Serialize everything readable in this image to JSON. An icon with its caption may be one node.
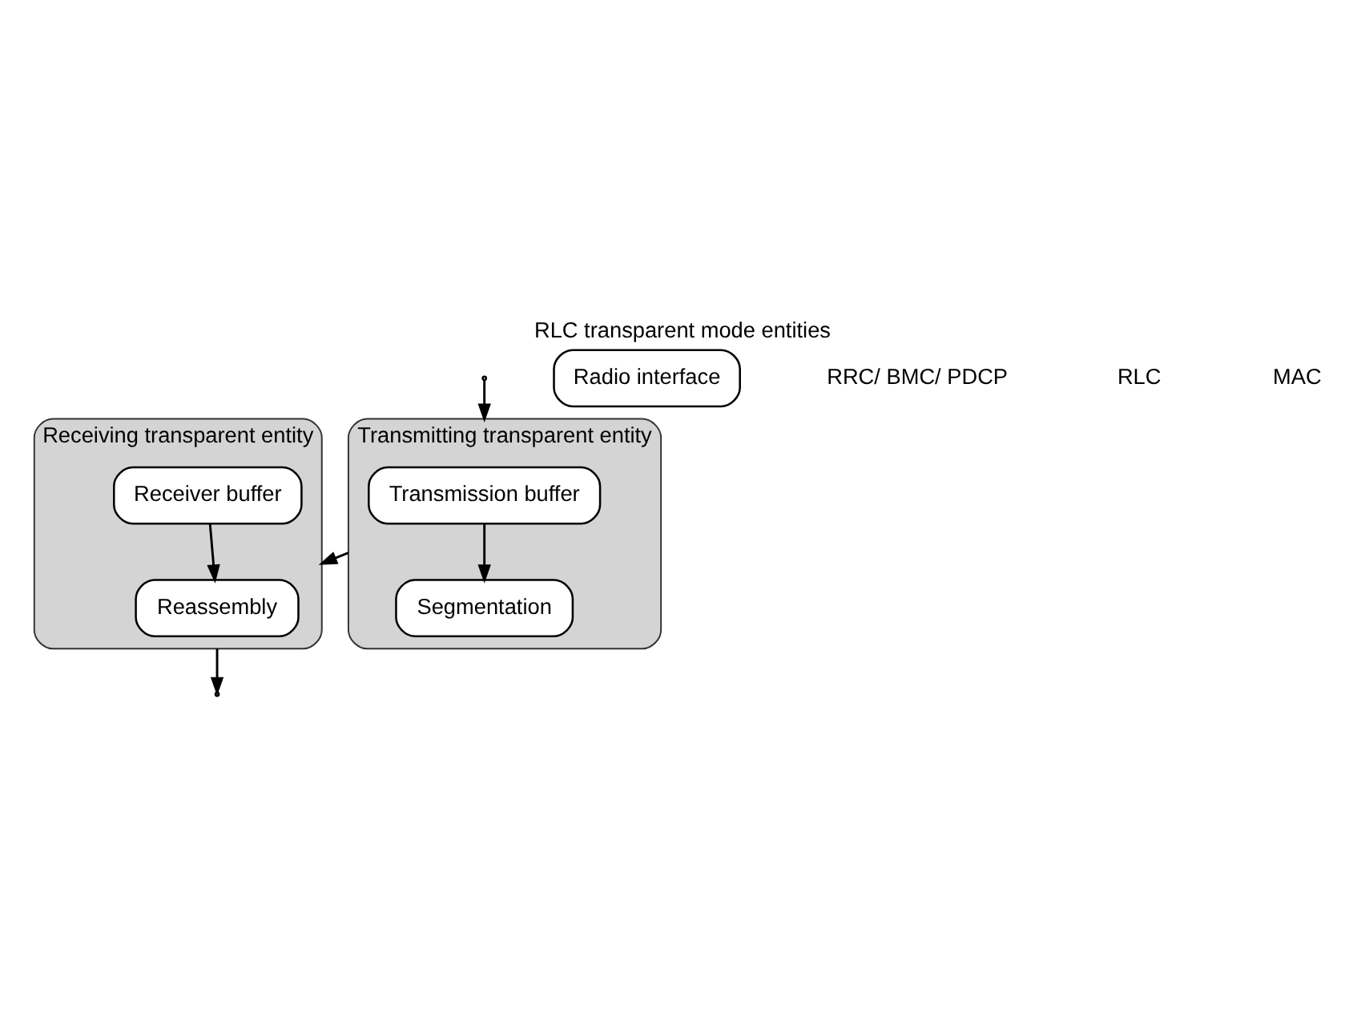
{
  "diagram": {
    "title": "RLC transparent mode entities",
    "nodes": [
      {
        "text": [
          "Transmitting transparent entity"
        ]
      },
      {
        "text": [
          "Transmission buffer"
        ],
        "in": 0
      },
      {
        "text": [
          "Segmentation"
        ],
        "in": 0
      },
      {
        "text": [
          "Receiving transparent entity"
        ]
      },
      {
        "text": [
          "Reassembly"
        ],
        "in": 3
      },
      {
        "text": [
          "Receiver buffer"
        ],
        "in": 3
      },
      {
        "text": [
          "Radio interface"
        ]
      }
    ],
    "edges": [
      {
        "from": null,
        "to": 0,
        "arrow": "to"
      },
      {
        "from": 1,
        "to": 2,
        "arrow": "to"
      },
      {
        "from": 0,
        "to": 3,
        "arrow": "to"
      },
      {
        "from": 5,
        "to": 4,
        "arrow": "to"
      },
      {
        "from": 3,
        "to": null,
        "arrow": "to"
      }
    ],
    "labels": [
      "RRC/ BMC/ PDCP",
      "RLC",
      "MAC"
    ]
  }
}
